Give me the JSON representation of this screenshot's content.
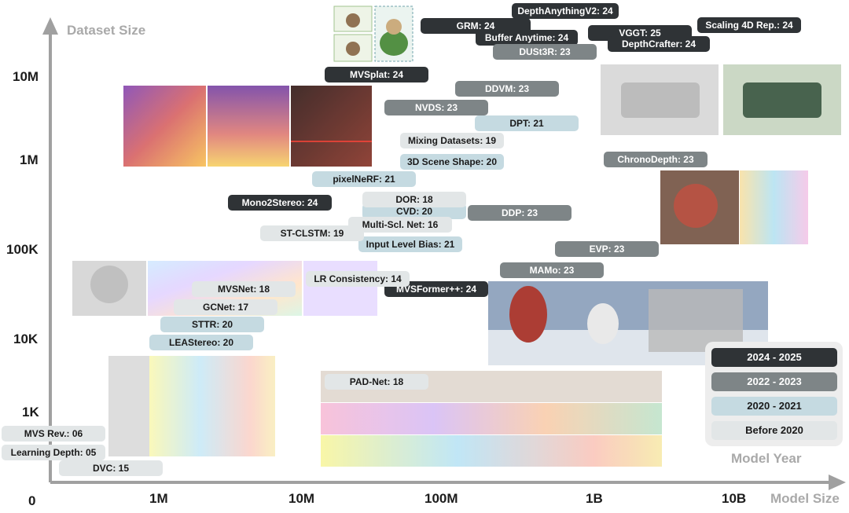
{
  "chart_data": {
    "type": "scatter",
    "title": "",
    "xlabel": "Model Size",
    "ylabel": "Dataset Size",
    "x_scale": "log",
    "y_scale": "log",
    "x_ticks": [
      "0",
      "1M",
      "10M",
      "100M",
      "1B",
      "10B"
    ],
    "y_ticks": [
      "1K",
      "10K",
      "100K",
      "1M",
      "10M"
    ],
    "legend": {
      "title": "Model Year",
      "placement": "bottom-right",
      "items": [
        {
          "name": "2024 - 2025",
          "color": "#2f3336",
          "era": "era-2024"
        },
        {
          "name": "2022 - 2023",
          "color": "#7e8587",
          "era": "era-2022"
        },
        {
          "name": "2020 - 2021",
          "color": "#c5dae1",
          "era": "era-2020"
        },
        {
          "name": "Before 2020",
          "color": "#e2e6e7",
          "era": "era-pre"
        }
      ]
    },
    "series": [
      {
        "label": "DepthAnythingV2: 24",
        "era": "era-2024"
      },
      {
        "label": "GRM: 24",
        "era": "era-2024"
      },
      {
        "label": "Buffer Anytime: 24",
        "era": "era-2024"
      },
      {
        "label": "VGGT: 25",
        "era": "era-2024"
      },
      {
        "label": "Scaling 4D Rep.: 24",
        "era": "era-2024"
      },
      {
        "label": "DepthCrafter: 24",
        "era": "era-2024"
      },
      {
        "label": "MVSplat: 24",
        "era": "era-2024"
      },
      {
        "label": "Mono2Stereo: 24",
        "era": "era-2024"
      },
      {
        "label": "MVSFormer++: 24",
        "era": "era-2024"
      },
      {
        "label": "DUSt3R: 23",
        "era": "era-2022"
      },
      {
        "label": "DDVM: 23",
        "era": "era-2022"
      },
      {
        "label": "NVDS: 23",
        "era": "era-2022"
      },
      {
        "label": "ChronoDepth: 23",
        "era": "era-2022"
      },
      {
        "label": "DDP: 23",
        "era": "era-2022"
      },
      {
        "label": "EVP: 23",
        "era": "era-2022"
      },
      {
        "label": "MAMo: 23",
        "era": "era-2022"
      },
      {
        "label": "DPT: 21",
        "era": "era-2020"
      },
      {
        "label": "3D Scene Shape: 20",
        "era": "era-2020"
      },
      {
        "label": "pixelNeRF: 21",
        "era": "era-2020"
      },
      {
        "label": "CVD: 20",
        "era": "era-2020"
      },
      {
        "label": "Input Level Bias: 21",
        "era": "era-2020"
      },
      {
        "label": "STTR: 20",
        "era": "era-2020"
      },
      {
        "label": "LEAStereo: 20",
        "era": "era-2020"
      },
      {
        "label": "Mixing Datasets: 19",
        "era": "era-pre"
      },
      {
        "label": "DOR: 18",
        "era": "era-pre"
      },
      {
        "label": "Multi-Scl. Net: 16",
        "era": "era-pre"
      },
      {
        "label": "ST-CLSTM: 19",
        "era": "era-pre"
      },
      {
        "label": "LR Consistency: 14",
        "era": "era-pre"
      },
      {
        "label": "MVSNet: 18",
        "era": "era-pre"
      },
      {
        "label": "GCNet: 17",
        "era": "era-pre"
      },
      {
        "label": "PAD-Net: 18",
        "era": "era-pre"
      },
      {
        "label": "MVS Rev.: 06",
        "era": "era-pre"
      },
      {
        "label": "Learning Depth: 05",
        "era": "era-pre"
      },
      {
        "label": "DVC: 15",
        "era": "era-pre"
      }
    ]
  }
}
